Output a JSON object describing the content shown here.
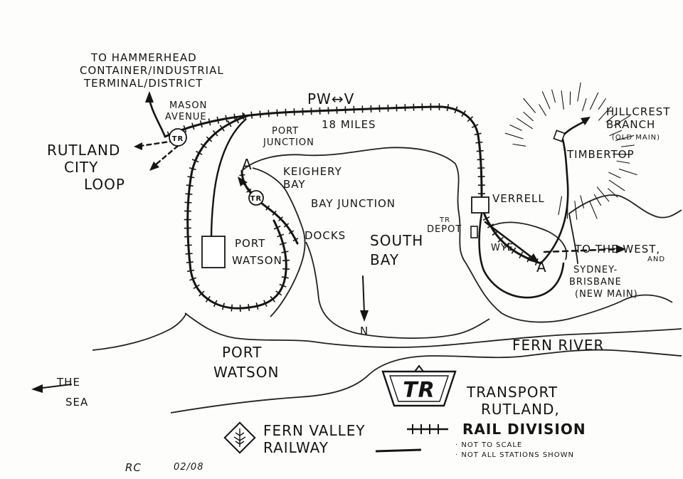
{
  "labels": {
    "hammerhead": [
      "TO HAMMERHEAD",
      "CONTAINER/INDUSTRIAL",
      "TERMINAL/DISTRICT"
    ],
    "mason_avenue": [
      "MASON",
      "AVENUE"
    ],
    "pw_v": "PW↔V",
    "miles": "18 MILES",
    "port_junction": [
      "PORT",
      "JUNCTION"
    ],
    "rutland_city_loop": [
      "RUTLAND",
      "CITY",
      "LOOP"
    ],
    "keighery_bay": [
      "KEIGHERY",
      "BAY"
    ],
    "bay_junction": "BAY JUNCTION",
    "docks": "DOCKS",
    "south_bay": [
      "SOUTH",
      "BAY"
    ],
    "port_watson_station": [
      "PORT",
      "WATSON"
    ],
    "tr_depot": [
      "TR",
      "DEPOT"
    ],
    "verrell": "VERRELL",
    "wye": "WYE",
    "hillcrest_branch": [
      "HILLCREST",
      "BRANCH",
      "(OLD MAIN)"
    ],
    "timbertop": "TIMBERTOP",
    "to_the_west": "TO THE WEST,",
    "and": "AND",
    "sydney_brisbane": [
      "SYDNEY-",
      "BRISBANE",
      "(NEW MAIN)"
    ],
    "north": "N",
    "fern_river": "FERN RIVER",
    "port_watson_water": [
      "PORT",
      "WATSON"
    ],
    "the_sea": [
      "THE",
      "SEA"
    ],
    "marker_a": "A",
    "tr_badge": "TR"
  },
  "legend": {
    "logo_text": "TR",
    "transport_rutland": [
      "TRANSPORT",
      "RUTLAND,"
    ],
    "rail_division": "RAIL DIVISION",
    "fern_valley": [
      "FERN VALLEY",
      "RAILWAY"
    ],
    "notes": [
      "· NOT TO SCALE",
      "· NOT ALL STATIONS SHOWN"
    ]
  },
  "signature": {
    "initials": "RC",
    "date": "02/08"
  }
}
